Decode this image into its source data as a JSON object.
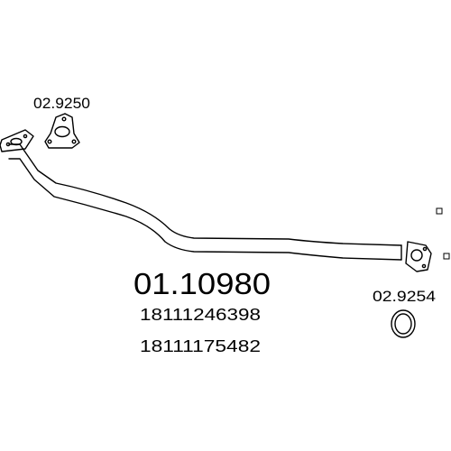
{
  "parts": {
    "main_part_number": "01.10980",
    "oem_numbers": [
      "18111246398",
      "18111175482"
    ],
    "gasket_flange_ref": "02.9250",
    "gasket_ring_ref": "02.9254"
  },
  "icons": [
    "exhaust-pipe-icon",
    "triangular-gasket-icon",
    "ring-gasket-icon",
    "flange-icon"
  ],
  "colors": {
    "stroke": "#000000",
    "background": "#ffffff"
  }
}
